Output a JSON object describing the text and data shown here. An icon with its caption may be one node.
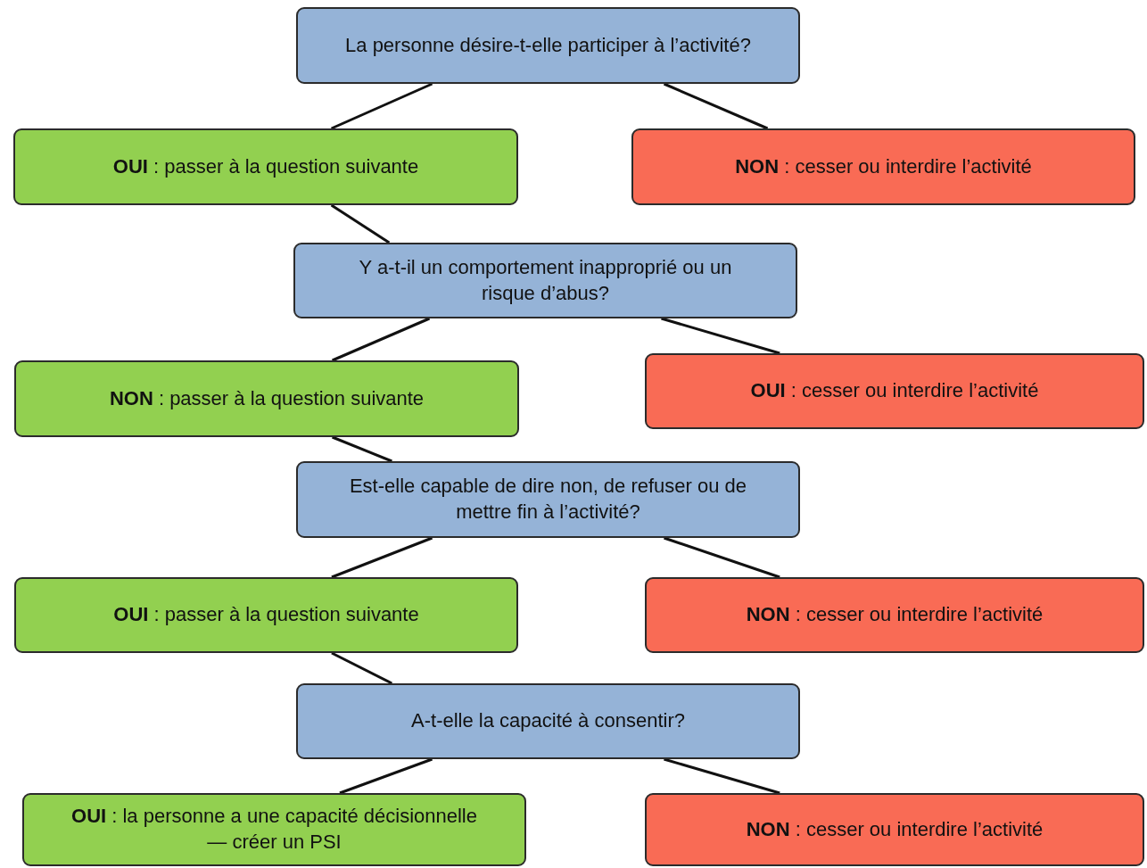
{
  "diagram": {
    "nodes": [
      {
        "text": [
          "La personne désire-t-elle participer à l’activité?"
        ]
      },
      {
        "text": [
          "**OUI** : passer à la question suivante"
        ]
      },
      {
        "text": [
          "**NON** : cesser ou interdire l’activité"
        ]
      },
      {
        "text": [
          "Y a-t-il un comportement inapproprié ou un risque d’abus?"
        ]
      },
      {
        "text": [
          "**NON** : passer à la question suivante"
        ]
      },
      {
        "text": [
          "**OUI** : cesser ou interdire l’activité"
        ]
      },
      {
        "text": [
          "Est-elle capable de dire non, de refuser ou de mettre fin à l’activité?"
        ]
      },
      {
        "text": [
          "**OUI** : passer à la question suivante"
        ]
      },
      {
        "text": [
          "**NON** : cesser ou interdire l’activité"
        ]
      },
      {
        "text": [
          "A-t-elle la capacité à consentir?"
        ]
      },
      {
        "text": [
          "**OUI** : la personne a une capacité décisionnelle — créer un PSI"
        ]
      },
      {
        "text": [
          "**NON** : cesser ou interdire l’activité"
        ]
      }
    ],
    "edges": [
      {
        "from": 0,
        "to": 1,
        "arrow": "none"
      },
      {
        "from": 0,
        "to": 2,
        "arrow": "none"
      },
      {
        "from": 1,
        "to": 3,
        "arrow": "none"
      },
      {
        "from": 3,
        "to": 4,
        "arrow": "none"
      },
      {
        "from": 3,
        "to": 5,
        "arrow": "none"
      },
      {
        "from": 4,
        "to": 6,
        "arrow": "none"
      },
      {
        "from": 6,
        "to": 7,
        "arrow": "none"
      },
      {
        "from": 6,
        "to": 8,
        "arrow": "none"
      },
      {
        "from": 7,
        "to": 9,
        "arrow": "none"
      },
      {
        "from": 9,
        "to": 10,
        "arrow": "none"
      },
      {
        "from": 9,
        "to": 11,
        "arrow": "none"
      }
    ]
  }
}
